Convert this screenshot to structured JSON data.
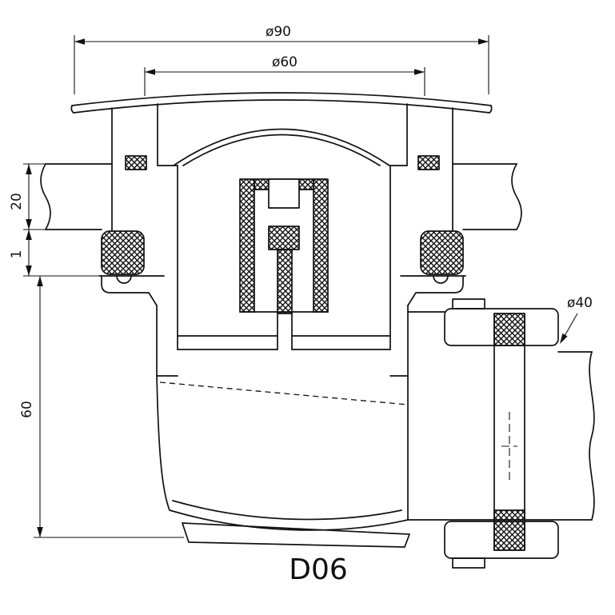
{
  "drawing": {
    "model_label": "D06",
    "dimensions": {
      "outer_diameter": "ø90",
      "inner_diameter": "ø60",
      "outlet_diameter": "ø40",
      "flange_depth": "20",
      "seal_gap": "1",
      "body_height": "60"
    }
  },
  "colors": {
    "line": "#111111",
    "background": "#ffffff"
  }
}
